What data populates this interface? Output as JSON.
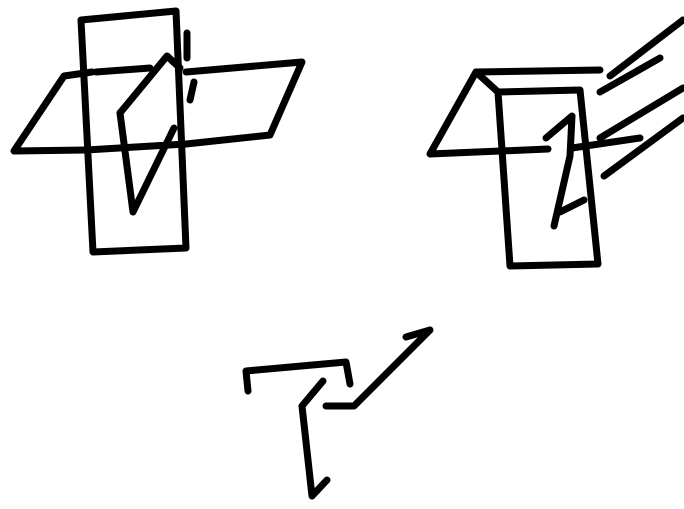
{
  "canvas": {
    "background": "#ffffff",
    "ink_color": "#000000"
  },
  "figures": [
    {
      "name": "three-planes-intersecting"
    },
    {
      "name": "three-planes-corner"
    },
    {
      "name": "three-edges-corner"
    }
  ]
}
